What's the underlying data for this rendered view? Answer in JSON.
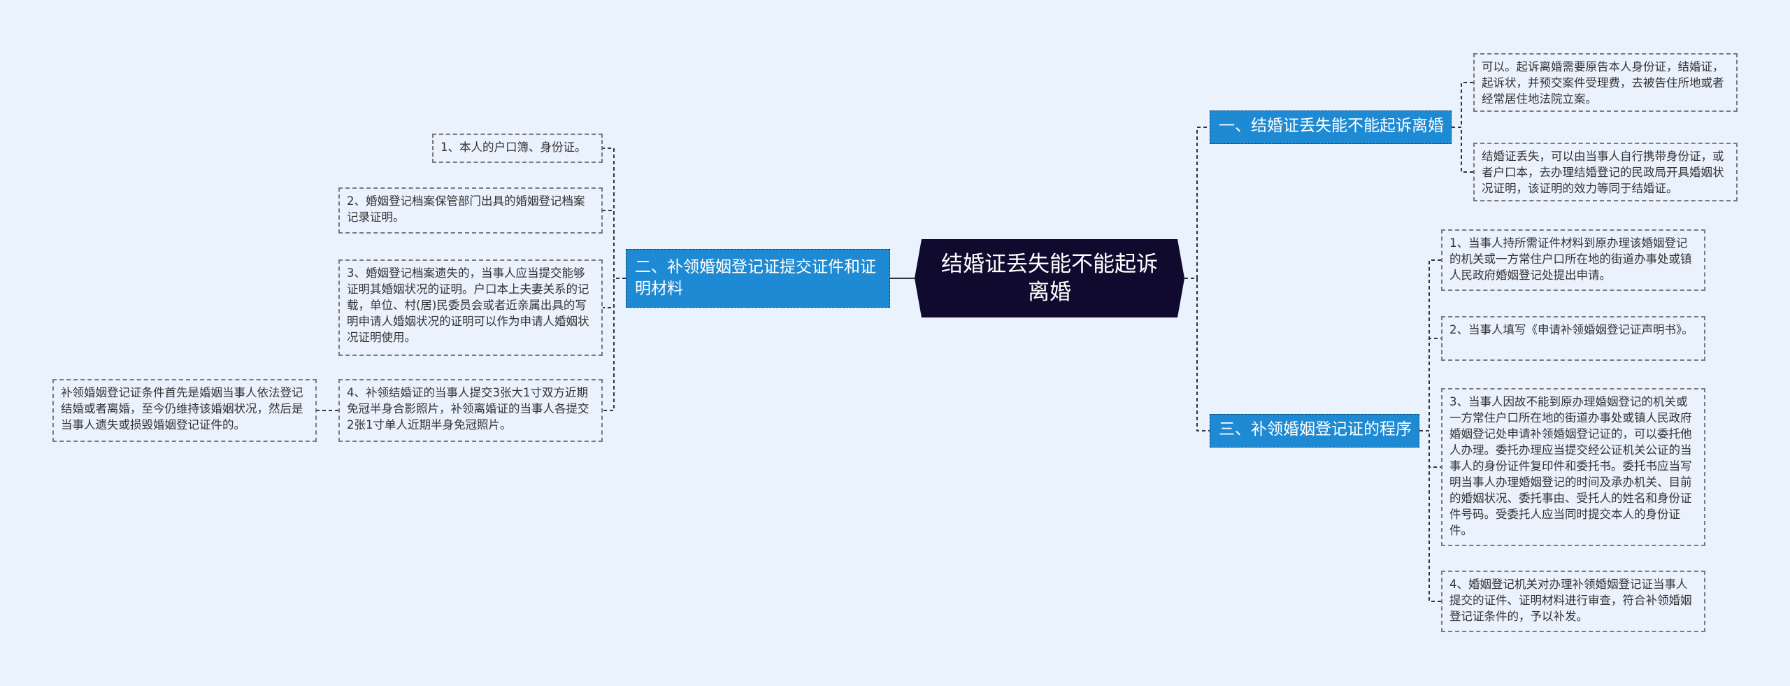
{
  "root": {
    "title": "结婚证丢失能不能起诉离婚"
  },
  "colors": {
    "background": "#eaf2fe",
    "root_fill": "#0f0a2e",
    "branch_fill": "#1e8ad3",
    "line": "#333333"
  },
  "branches": {
    "b1": {
      "label": "一、结婚证丢失能不能起诉离婚",
      "children": [
        "可以。起诉离婚需要原告本人身份证，结婚证，起诉状，并预交案件受理费，去被告住所地或者经常居住地法院立案。",
        "结婚证丢失，可以由当事人自行携带身份证，或者户口本，去办理结婚登记的民政局开具婚姻状况证明，该证明的效力等同于结婚证。"
      ]
    },
    "b2": {
      "label": "二、补领婚姻登记证提交证件和证明材料",
      "children": [
        "1、本人的户口簿、身份证。",
        "2、婚姻登记档案保管部门出具的婚姻登记档案记录证明。",
        "3、婚姻登记档案遗失的，当事人应当提交能够证明其婚姻状况的证明。户口本上夫妻关系的记载，单位、村(居)民委员会或者近亲属出具的写明申请人婚姻状况的证明可以作为申请人婚姻状况证明使用。",
        "4、补领结婚证的当事人提交3张大1寸双方近期免冠半身合影照片，补领离婚证的当事人各提交2张1寸单人近期半身免冠照片。"
      ],
      "grandchild": "补领婚姻登记证条件首先是婚姻当事人依法登记结婚或者离婚，至今仍维持该婚姻状况，然后是当事人遗失或损毁婚姻登记证件的。"
    },
    "b3": {
      "label": "三、补领婚姻登记证的程序",
      "children": [
        "1、当事人持所需证件材料到原办理该婚姻登记的机关或一方常住户口所在地的街道办事处或镇人民政府婚姻登记处提出申请。",
        "2、当事人填写《申请补领婚姻登记证声明书》。",
        "3、当事人因故不能到原办理婚姻登记的机关或一方常住户口所在地的街道办事处或镇人民政府婚姻登记处申请补领婚姻登记证的，可以委托他人办理。委托办理应当提交经公证机关公证的当事人的身份证件复印件和委托书。委托书应当写明当事人办理婚姻登记的时间及承办机关、目前的婚姻状况、委托事由、受托人的姓名和身份证件号码。受委托人应当同时提交本人的身份证件。",
        "4、婚姻登记机关对办理补领婚姻登记证当事人提交的证件、证明材料进行审查，符合补领婚姻登记证条件的，予以补发。"
      ]
    }
  }
}
